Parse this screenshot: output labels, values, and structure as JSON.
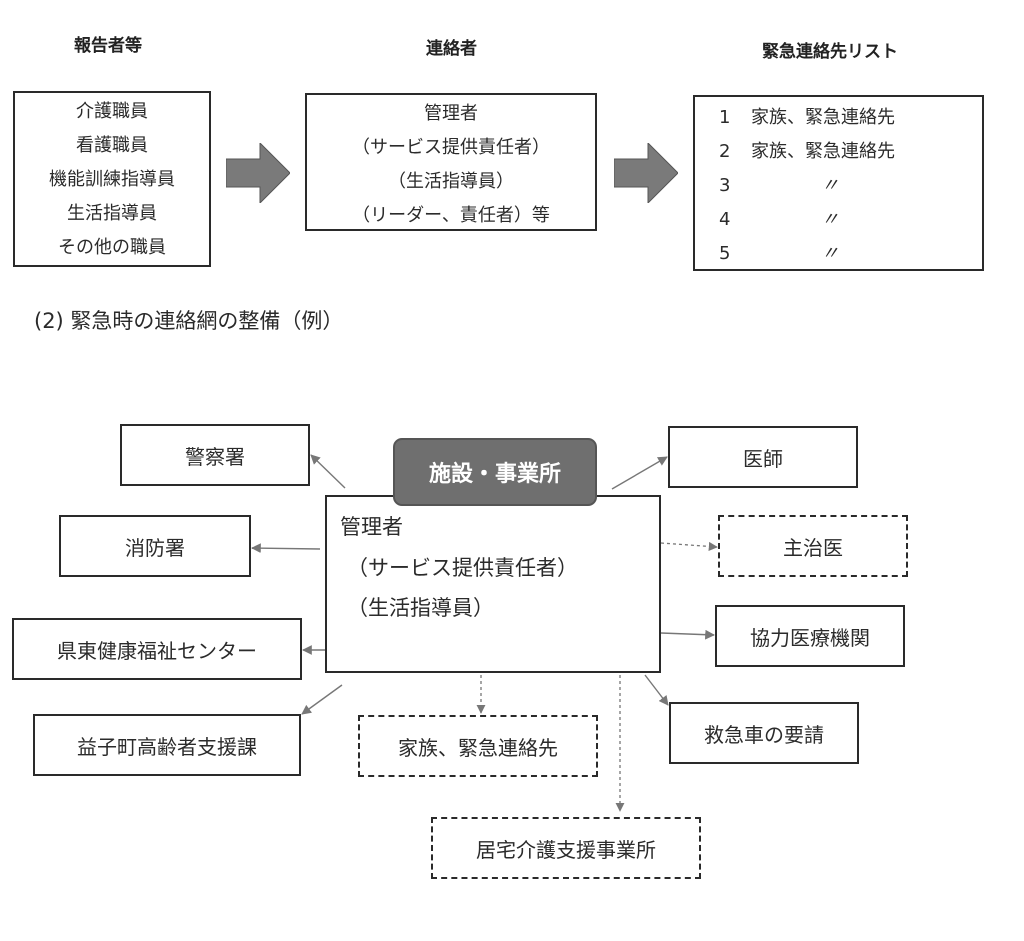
{
  "headers": {
    "reporters": "報告者等",
    "contact": "連絡者",
    "list": "緊急連絡先リスト"
  },
  "reporters_box": {
    "lines": [
      "介護職員",
      "看護職員",
      "機能訓練指導員",
      "生活指導員",
      "その他の職員"
    ]
  },
  "contact_box": {
    "lines": [
      "管理者",
      "（サービス提供責任者）",
      "（生活指導員）",
      "（リーダー、責任者）等"
    ]
  },
  "list_box": {
    "rows": [
      {
        "num": "1",
        "text": "家族、緊急連絡先"
      },
      {
        "num": "2",
        "text": "家族、緊急連絡先"
      },
      {
        "num": "3",
        "text": "〃"
      },
      {
        "num": "4",
        "text": "〃"
      },
      {
        "num": "5",
        "text": "〃"
      }
    ]
  },
  "section_title": "(2) 緊急時の連絡網の整備（例）",
  "network": {
    "facility": "施設・事業所",
    "center_lines": [
      "管理者",
      "（サービス提供責任者）",
      "（生活指導員）"
    ],
    "nodes": {
      "police": "警察署",
      "fire": "消防署",
      "welfare_center": "県東健康福祉センター",
      "elderly_support": "益子町高齢者支援課",
      "family": "家族、緊急連絡先",
      "home_care": "居宅介護支援事業所",
      "doctor": "医師",
      "primary_doctor": "主治医",
      "cooperating_medical": "協力医療機関",
      "ambulance": "救急車の要請"
    }
  },
  "colors": {
    "border": "#2a2a2a",
    "arrow_fill": "#7a7a7a",
    "facility_fill": "#6f6f6f",
    "connector": "#777777"
  }
}
